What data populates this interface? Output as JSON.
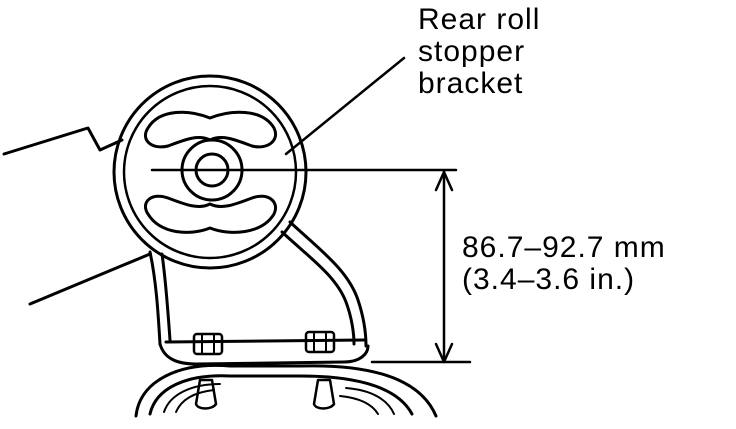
{
  "diagram": {
    "callout": {
      "line1": "Rear roll",
      "line2": "stopper",
      "line3": "bracket"
    },
    "dimension": {
      "metric": "86.7–92.7 mm",
      "imperial": "(3.4–3.6 in.)"
    },
    "colors": {
      "ink": "#000000",
      "background": "#ffffff"
    }
  }
}
